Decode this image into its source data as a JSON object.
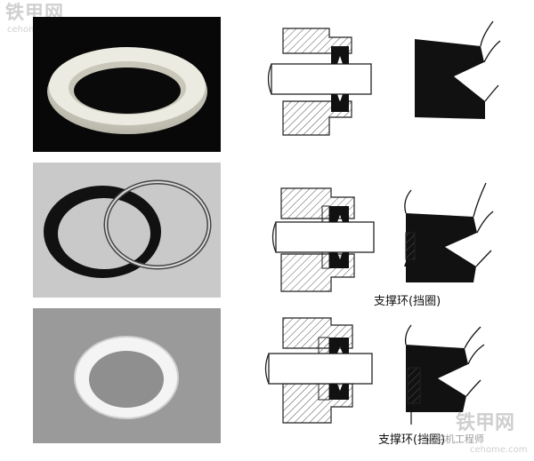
{
  "watermarks": {
    "top_left_title": "铁甲网",
    "top_left_url": "cehome.com",
    "bottom_right_title": "铁甲网",
    "bottom_right_url": "cehome.com",
    "bottom_right_author": "@挖机工程师"
  },
  "captions": {
    "row2": "支撑环(挡圈)",
    "row3": "支撑环(挡圈)"
  }
}
